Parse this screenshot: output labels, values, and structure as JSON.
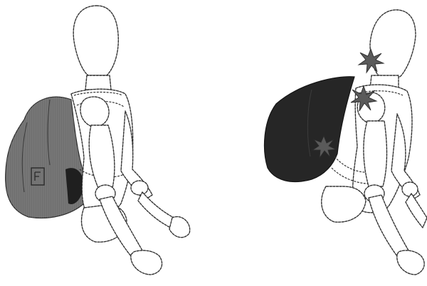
{
  "figures": [
    {
      "id": "left",
      "backpack": "gray",
      "pain_points": 0
    },
    {
      "id": "right",
      "backpack": "dark",
      "pain_points": 3
    }
  ],
  "colors": {
    "outline": "#333333",
    "backpack_light": "#6f6f6f",
    "backpack_dark": "#262626",
    "pain_marker": "#5a5a5a"
  },
  "icons": [
    "mannequin-figure",
    "backpack-icon",
    "pain-burst-icon"
  ]
}
